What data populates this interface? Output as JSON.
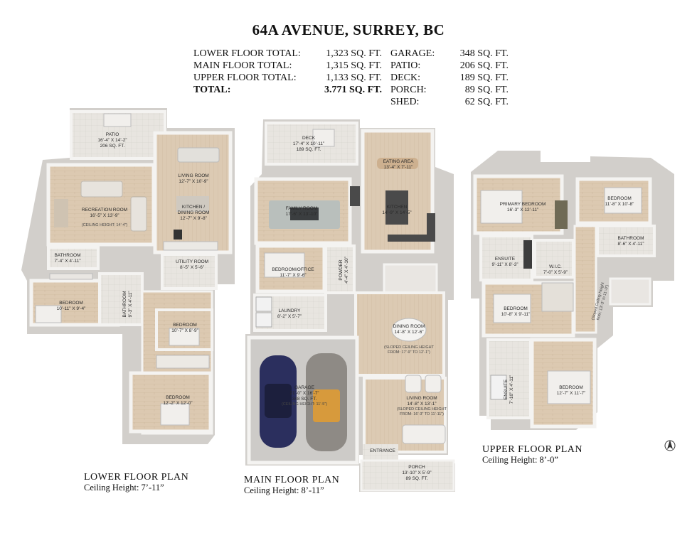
{
  "header": {
    "title": "64A AVENUE, SURREY, BC",
    "areas_left": [
      {
        "label": "LOWER FLOOR TOTAL:",
        "value": "1,323 SQ. FT."
      },
      {
        "label": "MAIN FLOOR TOTAL:",
        "value": "1,315 SQ. FT."
      },
      {
        "label": "UPPER FLOOR TOTAL:",
        "value": "1,133 SQ. FT."
      },
      {
        "label": "TOTAL:",
        "value": "3.771 SQ. FT."
      }
    ],
    "areas_right": [
      {
        "label": "GARAGE:",
        "value": "348 SQ. FT."
      },
      {
        "label": "PATIO:",
        "value": "206 SQ. FT."
      },
      {
        "label": "DECK:",
        "value": "189 SQ. FT."
      },
      {
        "label": "PORCH:",
        "value": "89 SQ. FT."
      },
      {
        "label": "SHED:",
        "value": "62 SQ. FT."
      }
    ]
  },
  "lower": {
    "title": "LOWER FLOOR PLAN",
    "ceiling": "Ceiling Height: 7’-11”",
    "patio": {
      "name": "PATIO",
      "dim": "16’-4” X 14’-2”",
      "area": "206 SQ. FT."
    },
    "recreation": {
      "name": "RECREATION ROOM",
      "dim": "16’-5” X 13’-9”",
      "note": "(Ceiling Height: 14’-4”)"
    },
    "living": {
      "name": "LIVING ROOM",
      "dim": "12’-7” X 10’-9”"
    },
    "kitchen": {
      "name": "KITCHEN /",
      "name2": "DINING ROOM",
      "dim": "12’-7” X 9’-8”"
    },
    "bath1": {
      "name": "BATHROOM",
      "dim": "7’-4” X 4’-11”"
    },
    "utility": {
      "name": "UTILITY ROOM",
      "dim": "8’-5” X 5’-6”"
    },
    "bedroom1": {
      "name": "BEDROOM",
      "dim": "10’-11” X 9’-4”"
    },
    "bath2": {
      "name": "BATHROOM",
      "dim": "9’-3” X 4’-11”"
    },
    "bedroom2": {
      "name": "BEDROOM",
      "dim": "10’-7” X 8’-9”"
    },
    "bedroom3": {
      "name": "BEDROOM",
      "dim": "12’-2” X 12’-0”"
    }
  },
  "main": {
    "title": "MAIN FLOOR PLAN",
    "ceiling": "Ceiling Height: 8’-11”",
    "deck": {
      "name": "DECK",
      "dim": "17’-4” X 10’-11”",
      "area": "189 SQ. FT."
    },
    "eating": {
      "name": "EATING AREA",
      "dim": "13’-4” X 7’-11”"
    },
    "family": {
      "name": "FAMILY ROOM",
      "dim": "17’-6” X 13’-10”"
    },
    "kitchen": {
      "name": "KITCHEN",
      "dim": "14’-9” X 14’-5”"
    },
    "office": {
      "name": "BEDROOM/OFFICE",
      "dim": "11’-7” X 9’-6”"
    },
    "powder": {
      "name": "POWDER",
      "dim": "4’-4” X 4’-10”"
    },
    "laundry": {
      "name": "LAUNDRY",
      "dim": "8’-2” X 5’-7”"
    },
    "dining": {
      "name": "DINING ROOM",
      "dim": "14’-8” X 12’-6”",
      "note": "(Sloped Ceiling Height",
      "note2": "from: 17’-9” to 12’-1”)"
    },
    "garage": {
      "name": "GARAGE",
      "dim": "21’-0” X 16’-7”",
      "area": "348 SQ. FT.",
      "note": "(Ceiling Height: 11’-5”)"
    },
    "living": {
      "name": "LIVING ROOM",
      "dim": "14’-8” X 13’-1”",
      "note": "(Sloped Ceiling Height",
      "note2": "from: 16’-3” to 11’-11”)"
    },
    "entrance": {
      "name": "ENTRANCE"
    },
    "porch": {
      "name": "PORCH",
      "dim": "13’-10” X 5’-9”",
      "area": "89 SQ. FT."
    }
  },
  "upper": {
    "title": "UPPER FLOOR PLAN",
    "ceiling": "Ceiling Height: 8’-0”",
    "primary": {
      "name": "PRIMARY BEDROOM",
      "dim": "16’-3” X 12’-11”"
    },
    "bedroom1": {
      "name": "BEDROOM",
      "dim": "11’-8” X 10’-8”"
    },
    "bath": {
      "name": "BATHROOM",
      "dim": "8’-6” X 4’-11”"
    },
    "ensuite1": {
      "name": "ENSUITE",
      "dim": "9’-11” X 8’-3”"
    },
    "wic": {
      "name": "W.I.C.",
      "dim": "7’-0” X 5’-9”"
    },
    "bedroom2": {
      "name": "BEDROOM",
      "dim": "10’-8” X 9’-11”"
    },
    "sloped": {
      "note": "(Sloped Ceiling Height",
      "note2": "from: 13’-3” to 11’-0”)"
    },
    "ensuite2": {
      "name": "ENSUITE",
      "dim": "7’-10” X 4’-11”"
    },
    "bedroom3": {
      "name": "BEDROOM",
      "dim": "12’-7” X 11’-7”"
    }
  },
  "colors": {
    "floor_wood": "#d9c6ae",
    "floor_tile": "#e6e2dc",
    "wall": "#f4f3f1",
    "wall_edge": "#bdbab5",
    "garage_floor": "#cfcdca",
    "car_navy": "#2b2f5e",
    "car_gray": "#8e8a85",
    "counter_dark": "#4a4a4a"
  },
  "icons": {
    "north": "north-arrow-icon"
  }
}
